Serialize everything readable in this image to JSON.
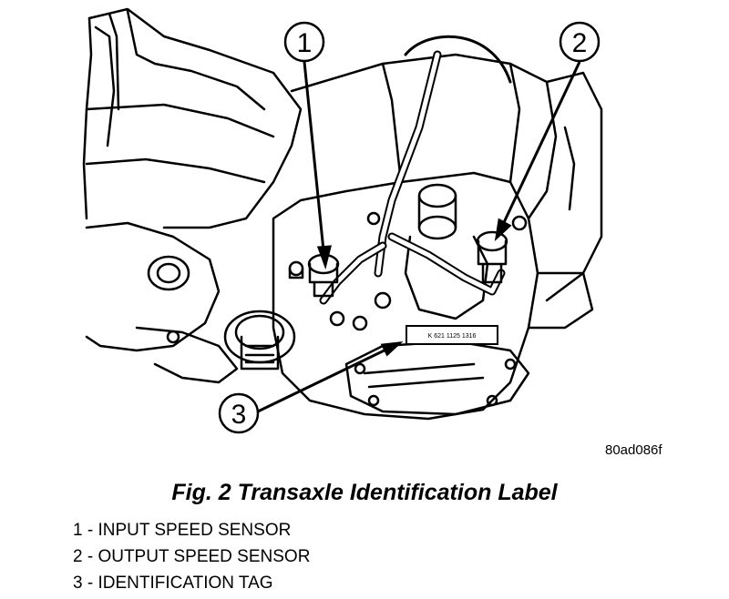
{
  "figure": {
    "code": "80ad086f",
    "caption": "Fig. 2 Transaxle Identification Label",
    "tag_text": "K 621 1125 1316",
    "callouts": [
      {
        "number": "1",
        "label": "INPUT SPEED SENSOR"
      },
      {
        "number": "2",
        "label": "OUTPUT SPEED SENSOR"
      },
      {
        "number": "3",
        "label": "IDENTIFICATION TAG"
      }
    ],
    "legend": [
      "1 - INPUT SPEED SENSOR",
      "2 - OUTPUT SPEED SENSOR",
      "3 - IDENTIFICATION TAG"
    ]
  }
}
